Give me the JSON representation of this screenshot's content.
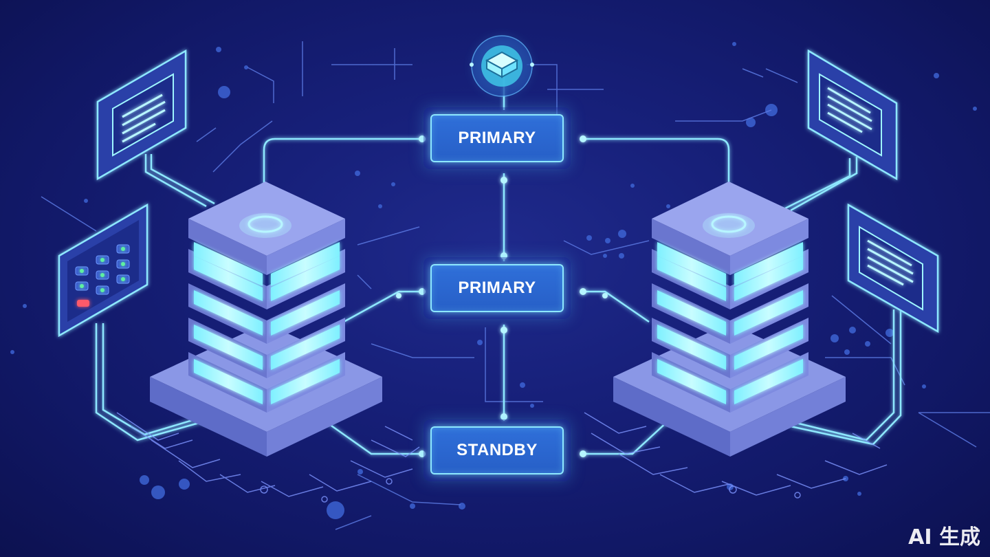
{
  "nodes": {
    "primary_top": {
      "label": "PRIMARY"
    },
    "primary_middle": {
      "label": "PRIMARY"
    },
    "standby": {
      "label": "STANDBY"
    }
  },
  "icons": {
    "top_hub": "cube-hub-icon",
    "left_upper_panel": "document-panel-icon",
    "left_lower_panel": "control-grid-panel-icon",
    "right_upper_panel": "document-panel-icon",
    "right_lower_panel": "document-panel-icon",
    "left_server": "server-stack-icon",
    "right_server": "server-stack-icon"
  },
  "colors": {
    "background": "#141c70",
    "node_fill": "#2b66cf",
    "glow": "#8ee8ff",
    "server_top": "#8d9ae8",
    "server_light": "#9ff6ff"
  },
  "watermark": "AI 生成"
}
